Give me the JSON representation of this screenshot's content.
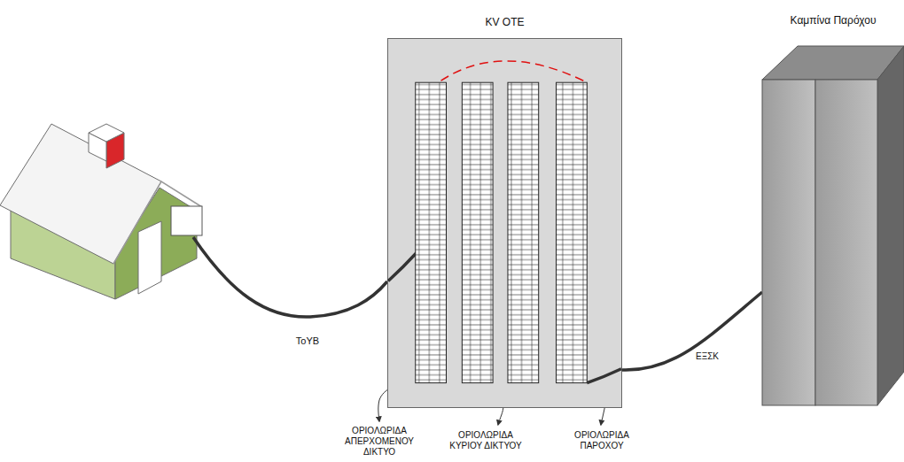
{
  "diagram": {
    "nodes": [
      {
        "text": [
          "KV OTE"
        ]
      },
      {
        "text": [
          "Καμπίνα Παρόχου"
        ]
      }
    ],
    "edges": [
      {
        "from": 0,
        "to": 1,
        "label": "ΕΞΣΚ",
        "arrow": "none"
      }
    ],
    "labels": [
      "ToYB",
      "ΟΡΙΟΛΩΡΙΔΑ ΑΠΕΡΧΟΜΕΝΟΥ ΔΙΚΤΥΟ",
      "ΟΡΙΟΛΩΡΙΔΑ ΚΥΡΙΟΥ ΔΙΚΤΥΟΥ",
      "ΟΡΙΟΛΩΡΙΔΑ ΠΑΡΟΧΟΥ"
    ]
  }
}
